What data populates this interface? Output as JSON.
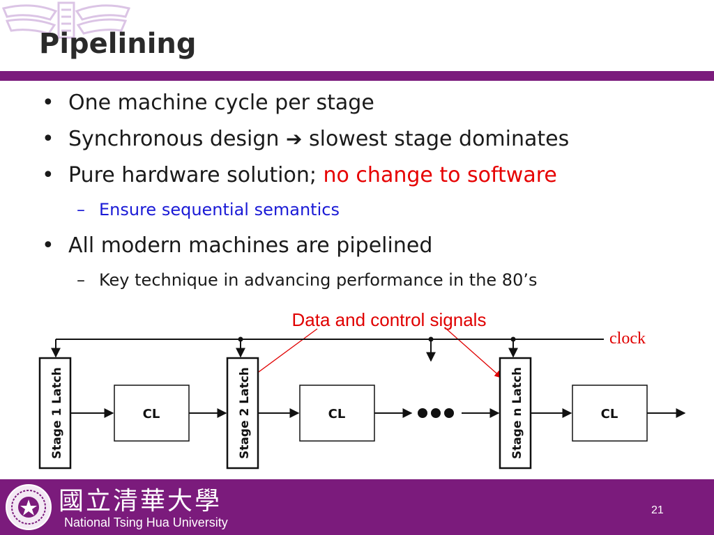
{
  "slide": {
    "title": "Pipelining",
    "bullets": [
      {
        "text": "One machine cycle per stage"
      },
      {
        "text_before": "Synchronous design",
        "arrow_icon": "right-arrow-icon",
        "text_after": "slowest stage dominates"
      },
      {
        "text": "Pure hardware solution; ",
        "highlight": "no change to software"
      },
      {
        "text": "Ensure sequential semantics"
      },
      {
        "text": "All modern machines are pipelined"
      },
      {
        "text": "Key technique in advancing performance in the 80’s"
      }
    ],
    "bullet_glyph": "•",
    "dash_glyph": "–",
    "arrow_glyph": "➔"
  },
  "diagram": {
    "annotation": "Data and control signals",
    "clock_label": "clock",
    "latches": [
      "Stage 1 Latch",
      "Stage 2 Latch",
      "Stage n Latch"
    ],
    "blocks": [
      "CL",
      "CL",
      "CL"
    ]
  },
  "footer": {
    "university_cn": "國立清華大學",
    "university_en": "National Tsing Hua University",
    "page_number": "21"
  },
  "colors": {
    "purple": "#7b1b7c",
    "highlight_red": "#e60000",
    "sub_blue": "#1a1ad6",
    "annotation_red": "#e00000"
  }
}
